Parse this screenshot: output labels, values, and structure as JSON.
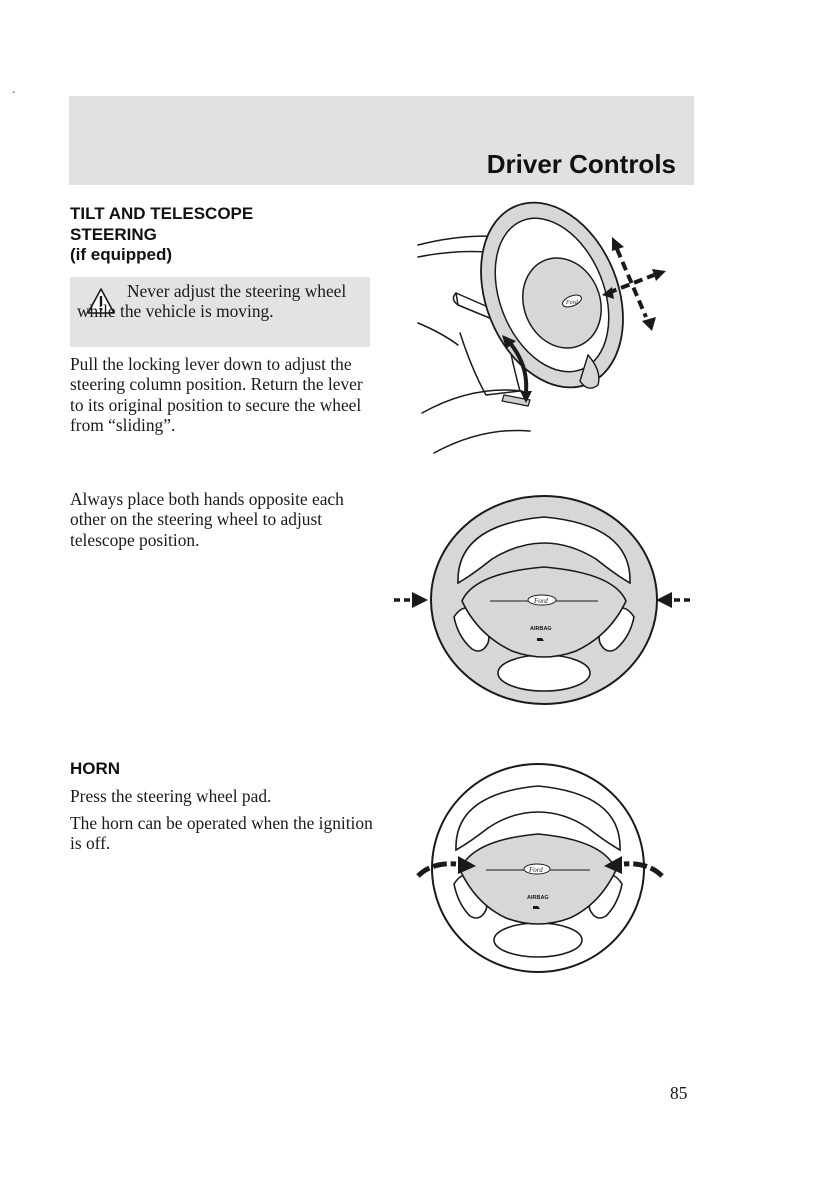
{
  "page": {
    "corner_mark": "-",
    "section_title": "Driver Controls",
    "page_number": "85"
  },
  "tilt_section": {
    "heading_line1": "TILT AND TELESCOPE",
    "heading_line2": "STEERING",
    "heading_line3": "(if equipped)",
    "warning": "Never adjust the steering wheel while the vehicle is moving.",
    "instructions": "Pull the locking lever down to adjust the steering column position. Return the lever to its original position to secure the wheel from “sliding”.",
    "hands_instruction": "Always place both hands opposite each other on the steering wheel to adjust telescope position."
  },
  "horn_section": {
    "heading": "HORN",
    "instruction": "Press the steering wheel pad.",
    "note": "The horn can be operated when the ignition is off."
  },
  "illustrations": {
    "logo_text": "Ford",
    "airbag_label": "AIRBAG"
  }
}
